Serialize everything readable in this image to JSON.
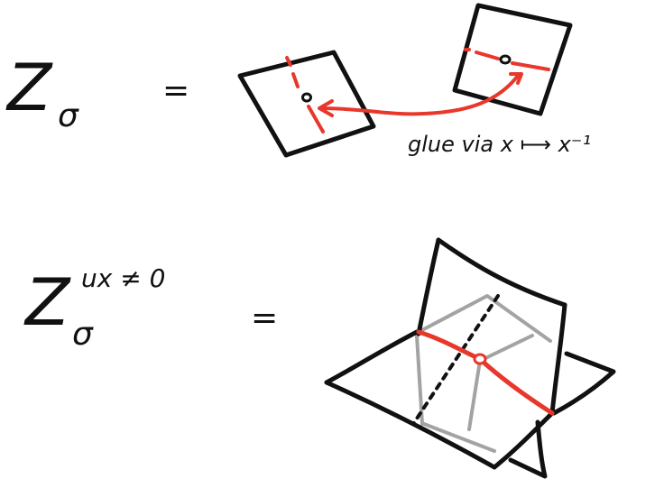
{
  "colors": {
    "ink": "#111111",
    "red": "#e8372b",
    "grey": "#a3a3a3"
  },
  "top": {
    "lhs_symbol": "Z",
    "lhs_subscript": "σ",
    "equals": "=",
    "glue_label": "glue via x ⟼ x⁻¹"
  },
  "bottom": {
    "lhs_symbol": "Z",
    "lhs_subscript": "σ",
    "lhs_superscript": "ux ≠ 0",
    "equals": "="
  }
}
